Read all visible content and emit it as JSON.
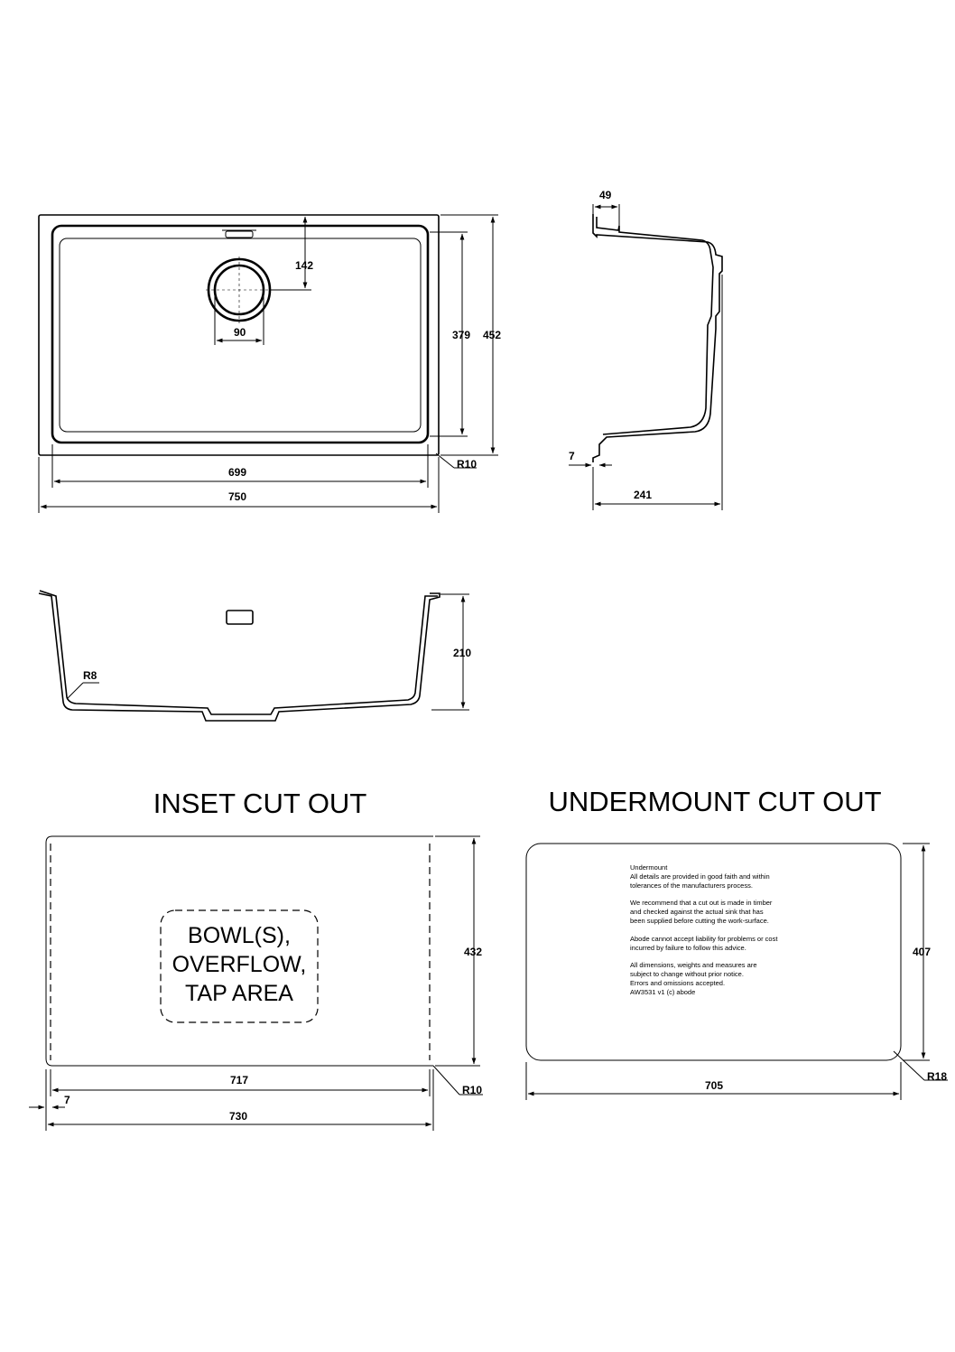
{
  "plan_view": {
    "dims": {
      "waste_offset": "142",
      "waste_diameter": "90",
      "bowl_depth": "379",
      "overall_depth": "452",
      "bowl_width": "699",
      "overall_width": "750",
      "corner_radius": "R10"
    }
  },
  "side_section": {
    "dims": {
      "flange": "49",
      "lip": "7",
      "depth": "241"
    }
  },
  "front_section": {
    "dims": {
      "height": "210",
      "inner_radius": "R8"
    }
  },
  "inset_cutout": {
    "title": "INSET CUT OUT",
    "zone_lines": [
      "BOWL(S),",
      "OVERFLOW,",
      "TAP AREA"
    ],
    "dims": {
      "height": "432",
      "inner_width": "717",
      "offset": "7",
      "width": "730",
      "corner_radius": "R10"
    }
  },
  "undermount_cutout": {
    "title": "UNDERMOUNT CUT OUT",
    "dims": {
      "height": "407",
      "width": "705",
      "corner_radius": "R18"
    },
    "notes": [
      "Undermount",
      "All details are provided in good faith and within",
      "tolerances of the manufacturers process.",
      "We recommend that a cut out is made in timber",
      "and checked against the actual sink that has",
      "been supplied before cutting the work-surface.",
      "Abode cannot accept liability for problems or cost",
      "incurred by failure to follow this advice.",
      "All dimensions, weights and measures are",
      "subject to change without prior notice.",
      "Errors and omissions accepted.",
      "AW3531 v1 (c) abode"
    ]
  }
}
